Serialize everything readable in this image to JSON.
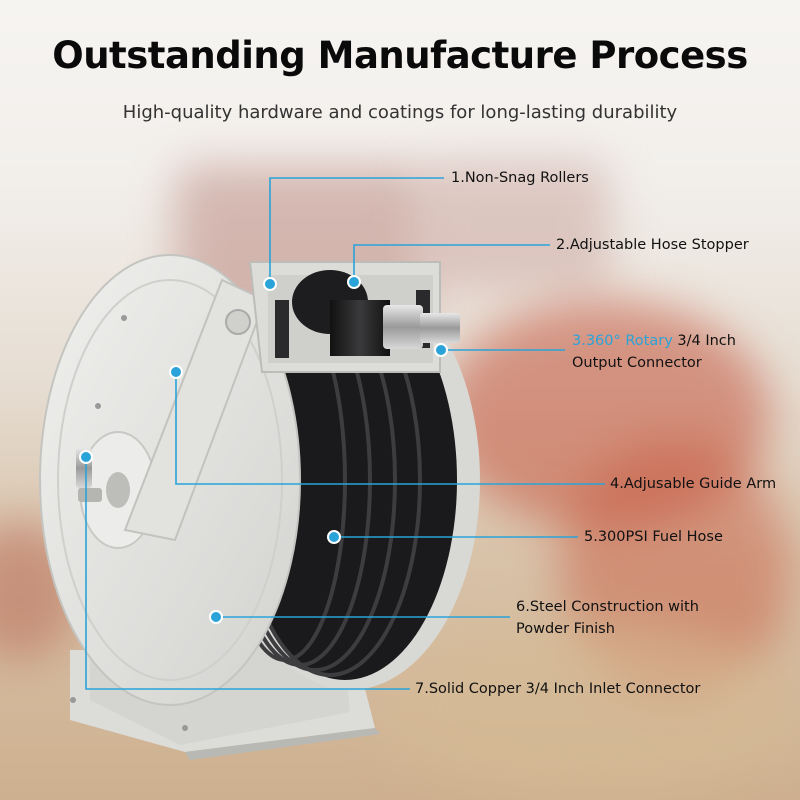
{
  "header": {
    "title": "Outstanding Manufacture Process",
    "subtitle": "High-quality hardware and coatings for long-lasting durability"
  },
  "colors": {
    "accent": "#2aa3d8",
    "title": "#0a0a0a",
    "reel_body": "#e6e6e4",
    "hose": "#1c1c1e"
  },
  "callouts": [
    {
      "label": "1.Non-Snag Rollers"
    },
    {
      "label": "2.Adjustable Hose Stopper"
    },
    {
      "accent": "3.360° Rotary",
      "rest": " 3/4 Inch",
      "line2": "Output Connector"
    },
    {
      "label": "4.Adjusable Guide Arm"
    },
    {
      "label": "5.300PSI Fuel Hose"
    },
    {
      "line1": "6.Steel Construction with",
      "line2": "Powder Finish"
    },
    {
      "label": "7.Solid Copper 3/4 Inch Inlet Connector"
    }
  ]
}
